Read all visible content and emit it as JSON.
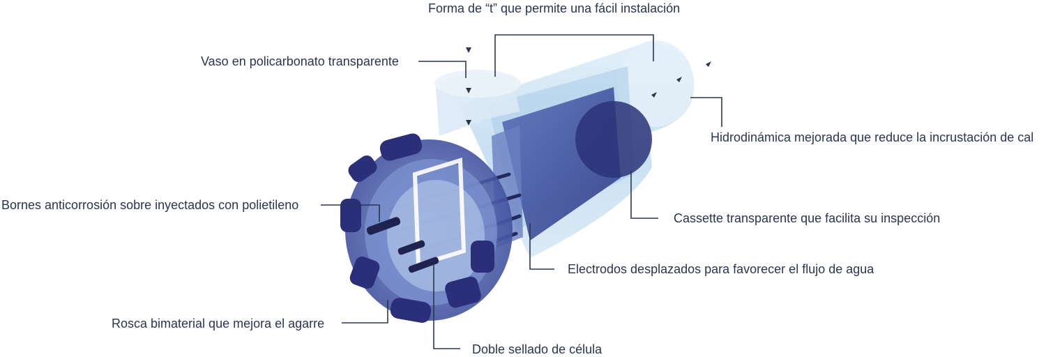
{
  "labels": {
    "forma_t": "Forma de “t” que permite una fácil instalación",
    "vaso": "Vaso en policarbonato transparente",
    "hidrodinamica": "Hidrodinámica mejorada que reduce la incrustación de cal",
    "bornes": "Bornes anticorrosión sobre inyectados con polietileno",
    "cassette": "Cassette transparente que facilita su inspección",
    "electrodos": "Electrodos desplazados para favorecer el flujo de agua",
    "rosca": "Rosca bimaterial que mejora el agarre",
    "doble_sellado": "Doble sellado de célula"
  },
  "colors": {
    "text": "#2a3550",
    "leader": "#2a3550",
    "body_light": "#cfe3f2",
    "body_mid": "#9cc4e4",
    "core_dark": "#3a4a8e",
    "cap_dark": "#2b2f7a"
  }
}
